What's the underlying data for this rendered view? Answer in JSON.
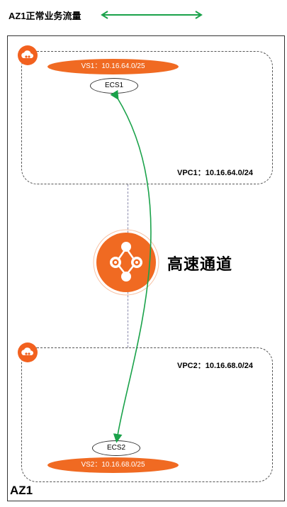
{
  "legend": {
    "label": "AZ1正常业务流量"
  },
  "az": {
    "label": "AZ1"
  },
  "vpc1": {
    "label": "VPC1：10.16.64.0/24",
    "vs": "VS1：10.16.64.0/25",
    "ecs": "ECS1"
  },
  "vpc2": {
    "label": "VPC2：10.16.68.0/24",
    "vs": "VS2：10.16.68.0/25",
    "ecs": "ECS2"
  },
  "hub": {
    "label": "高速通道"
  },
  "colors": {
    "accent": "#f06a22",
    "flow": "#1aa24a",
    "border": "#333333"
  },
  "icons": {
    "vpc": "cloud-icon",
    "hub": "express-connect-icon"
  }
}
